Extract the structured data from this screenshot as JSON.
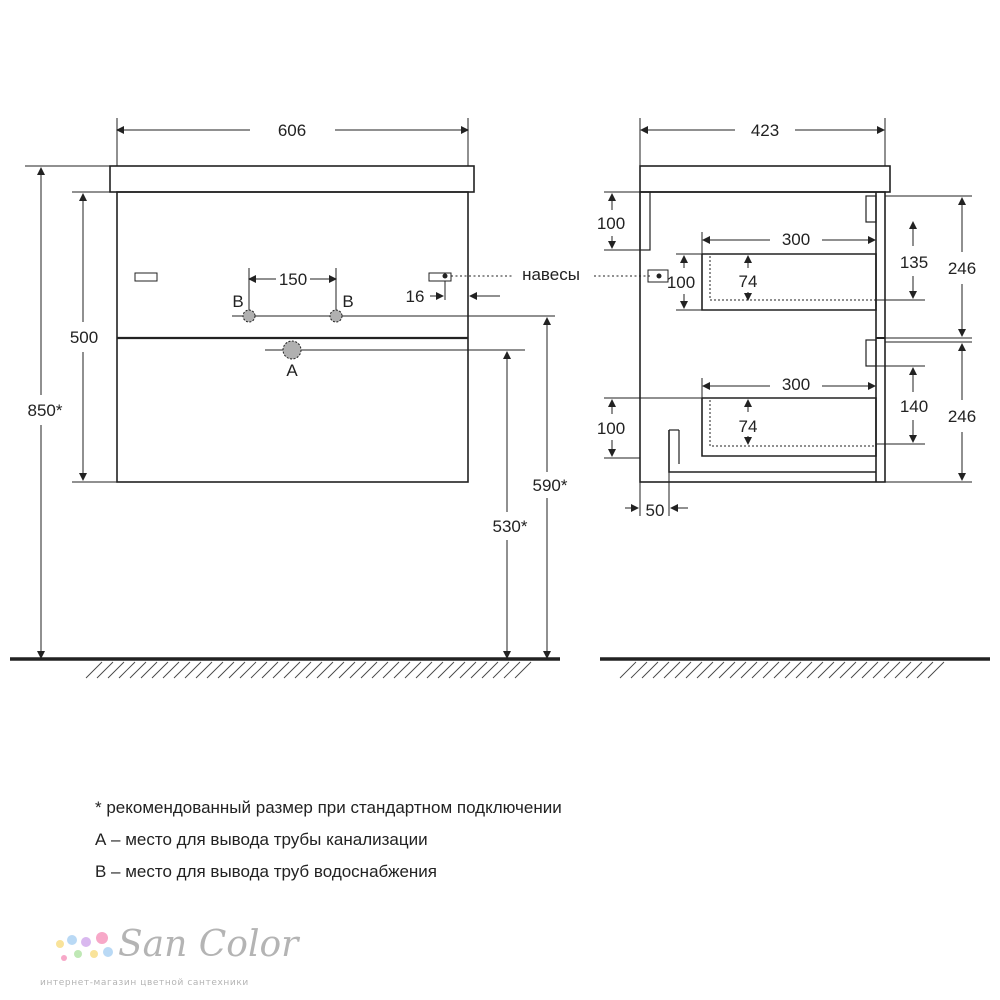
{
  "front_view": {
    "dim_width": "606",
    "dim_height_total": "850*",
    "dim_cabinet_height": "500",
    "dim_pipe_spacing": "150",
    "dim_hinge_offset": "16",
    "dim_supply_height": "590*",
    "dim_drain_height": "530*",
    "label_b_left": "B",
    "label_b_right": "B",
    "label_a": "A"
  },
  "hinges_label": "навесы",
  "side_view": {
    "dim_depth": "423",
    "dim_top_100": "100",
    "dim_upper_drawer_300": "300",
    "dim_upper_drawer_74": "74",
    "dim_upper_drawer_100": "100",
    "dim_upper_135": "135",
    "dim_upper_246": "246",
    "dim_lower_drawer_300": "300",
    "dim_lower_drawer_74": "74",
    "dim_lower_100": "100",
    "dim_lower_140": "140",
    "dim_lower_246": "246",
    "dim_bottom_50": "50"
  },
  "notes": {
    "line1": "* рекомендованный размер при стандартном подключении",
    "line2": "А – место для вывода трубы канализации",
    "line3": "В – место для вывода труб водоснабжения"
  },
  "logo": {
    "name": "San Color",
    "tagline": "интернет-магазин цветной сантехники"
  },
  "colors": {
    "line": "#222222",
    "pipe_fill": "#b0b0b0",
    "logo": "#b4b4b4",
    "dot_colors": [
      "#f7a8c8",
      "#b9d9f5",
      "#f9e39a",
      "#bfe8b5",
      "#d9b8ef"
    ]
  }
}
